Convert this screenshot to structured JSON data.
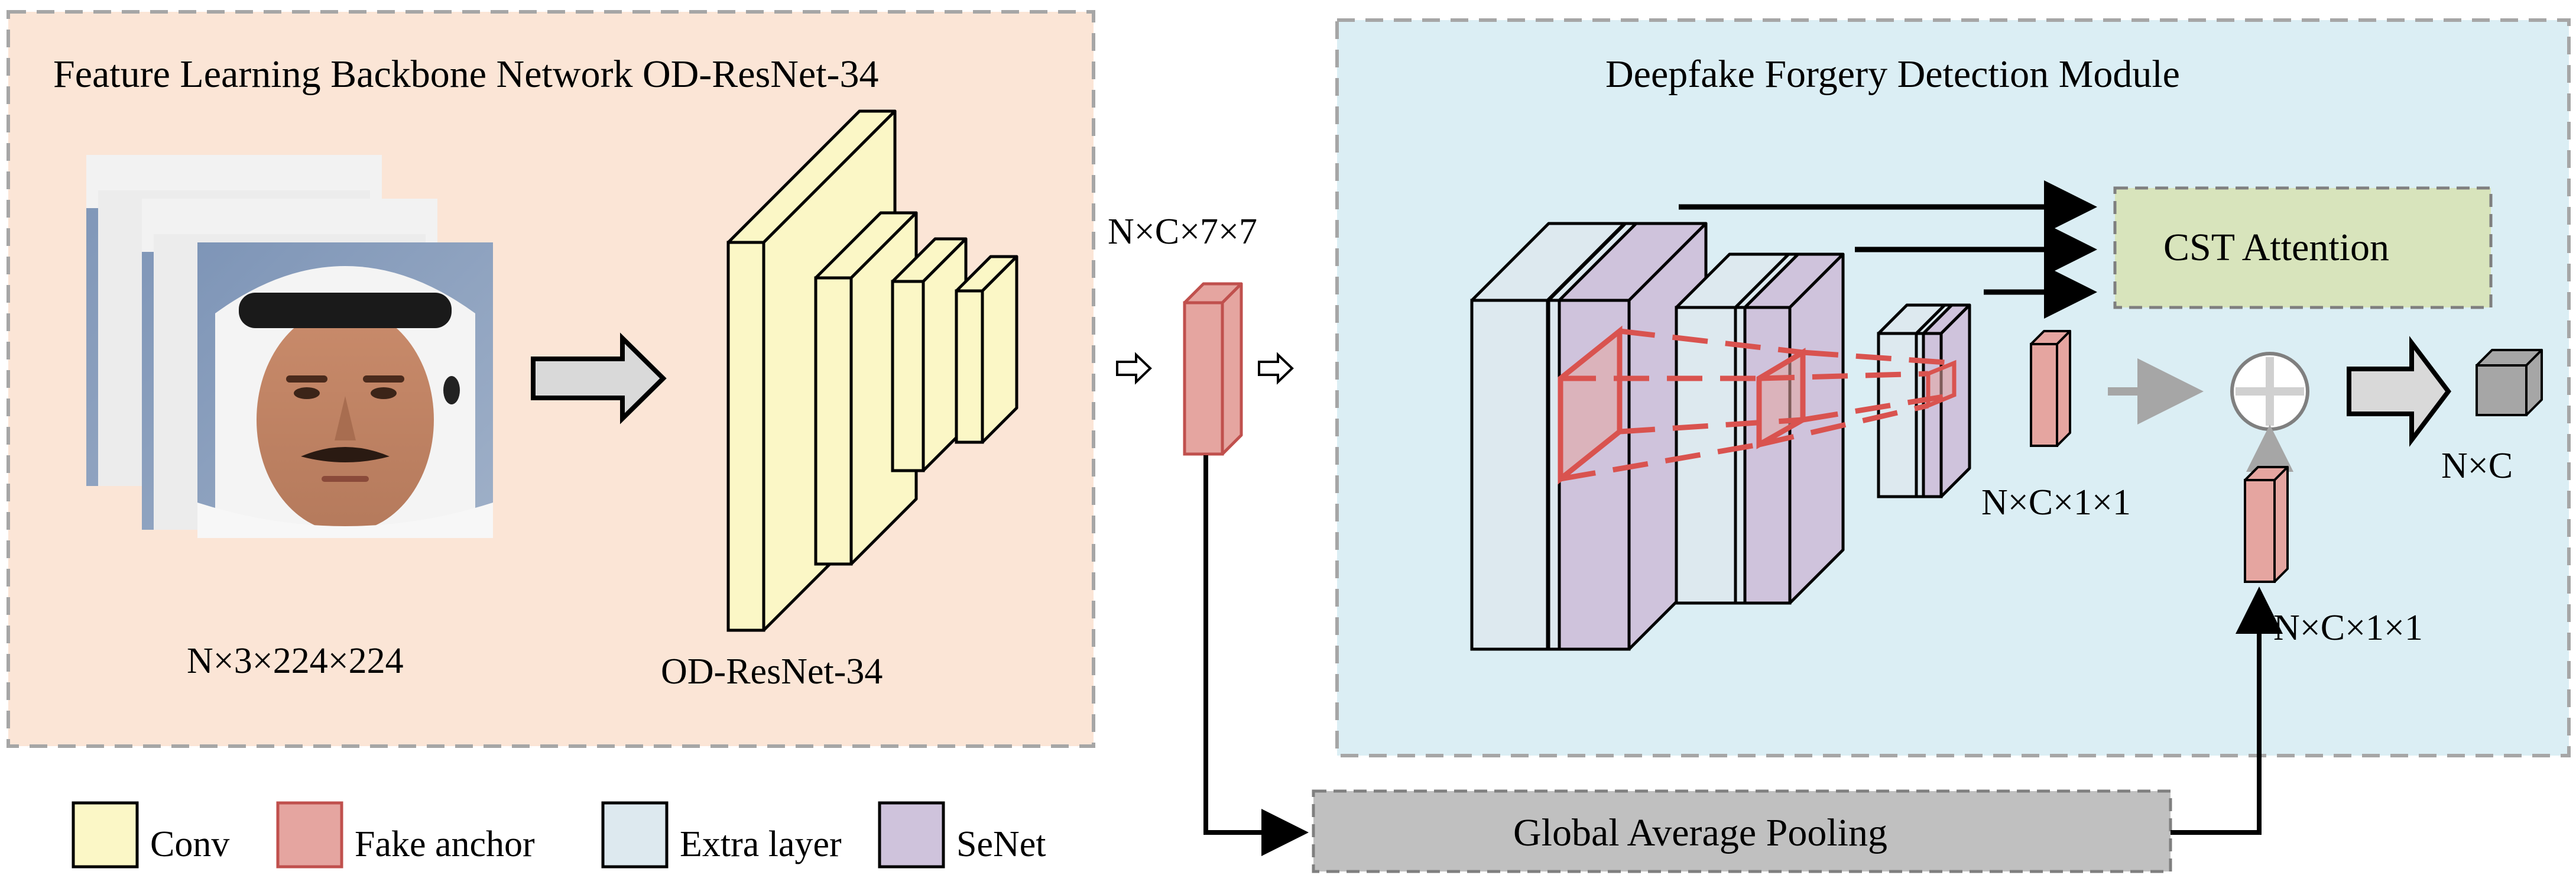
{
  "colors": {
    "backbone_bg": "#fbe5d6",
    "detection_bg": "#dbeef4",
    "panel_border": "#a6a6a6",
    "conv": "#fbf7c6",
    "conv_stroke": "#000000",
    "fake_anchor": "#e5a5a0",
    "fake_anchor_stroke": "#c0504d",
    "extra_layer": "#dde9ef",
    "senet": "#cfc3dc",
    "attention_bg": "#d8e4bc",
    "pooling_bg": "#c0c0c0",
    "gray_arrow": "#a6a6a6",
    "red_line": "#d9534f"
  },
  "backbone": {
    "title": "Feature Learning Backbone Network OD-ResNet-34",
    "input_dims": "N×3×224×224",
    "network_label": "OD-ResNet-34"
  },
  "feature_map": {
    "dims": "N×C×7×7"
  },
  "detection": {
    "title": "Deepfake Forgery Detection Module",
    "attention_label": "CST Attention",
    "anchor_dims": "N×C×1×1",
    "pooled_dims": "N×C×1×1",
    "output_dims": "N×C"
  },
  "pooling": {
    "label": "Global Average Pooling"
  },
  "legend": [
    {
      "label": "Conv",
      "color_key": "conv"
    },
    {
      "label": "Fake anchor",
      "color_key": "fake_anchor"
    },
    {
      "label": "Extra layer",
      "color_key": "extra_layer"
    },
    {
      "label": "SeNet",
      "color_key": "senet"
    }
  ],
  "icons": [
    "face-image-icon",
    "plus-circle-icon",
    "output-cube-icon"
  ]
}
